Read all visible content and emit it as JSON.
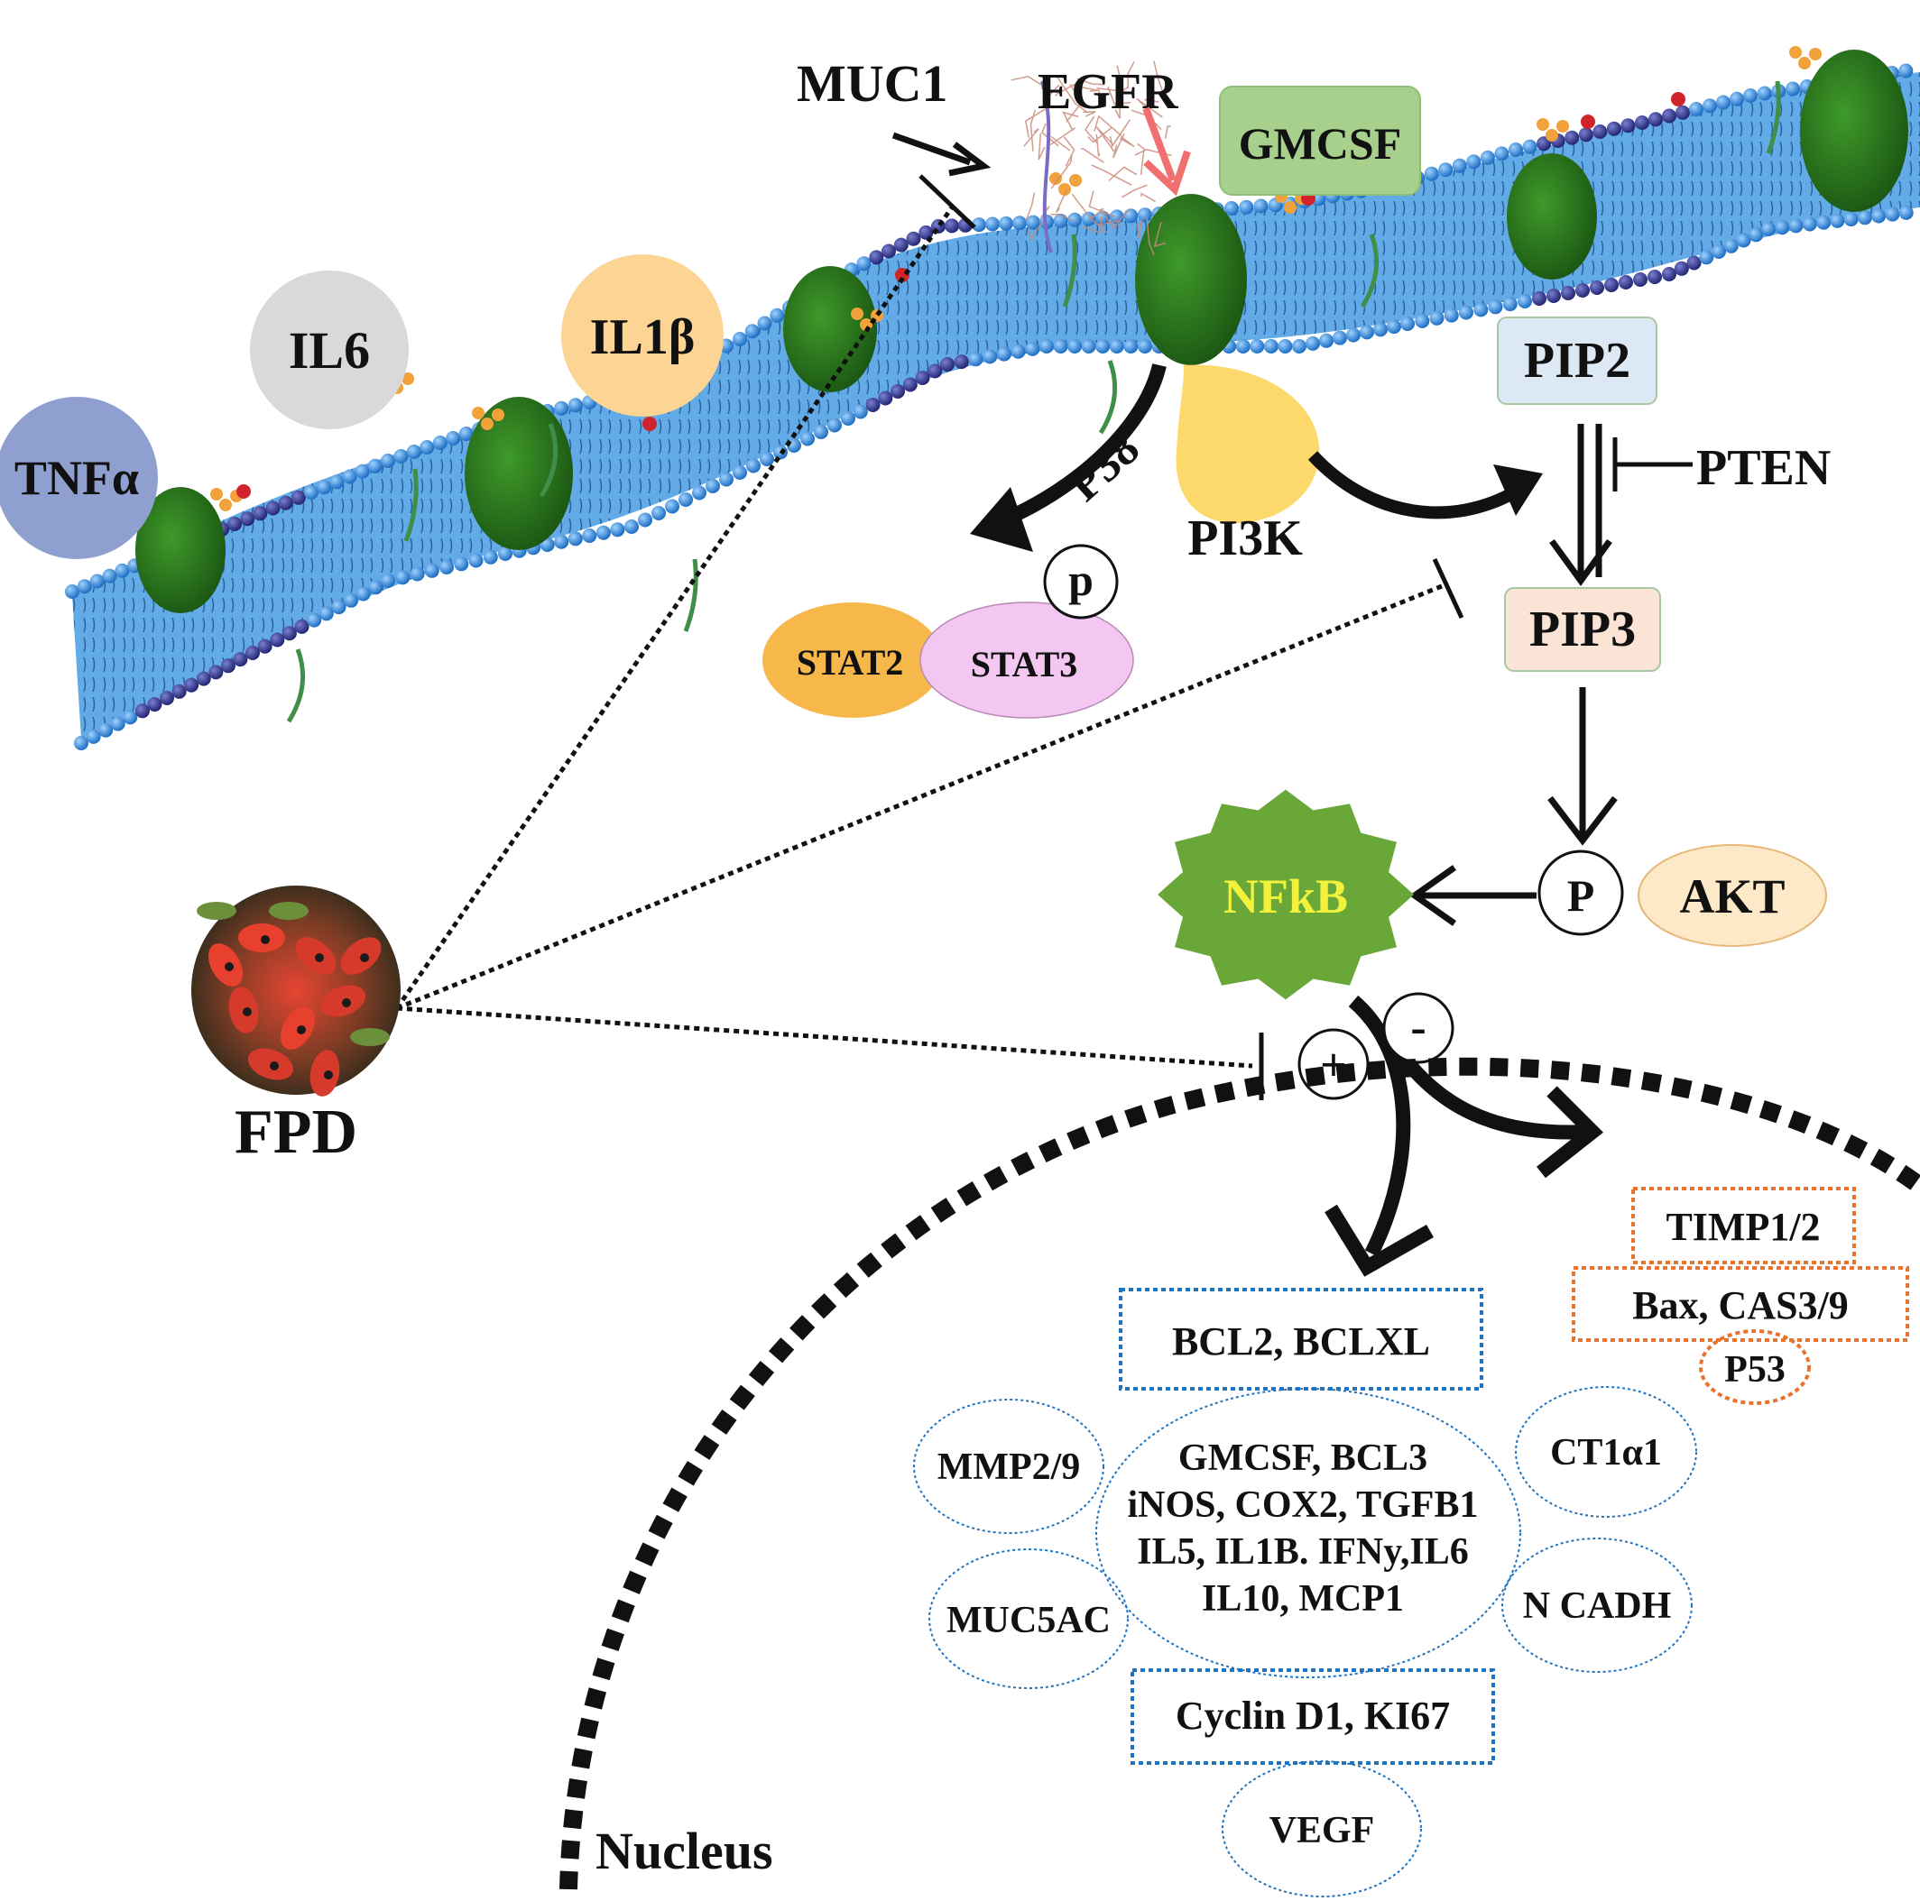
{
  "labels": {
    "muc1": "MUC1",
    "egfr": "EGFR",
    "gmcsf": "GMCSF",
    "il6": "IL6",
    "il1b": "IL1β",
    "tnfa": "TNFα",
    "pip2": "PIP2",
    "pten": "PTEN",
    "p38": "P38",
    "pi3k": "PI3K",
    "p_small": "p",
    "stat2": "STAT2",
    "stat3": "STAT3",
    "pip3": "PIP3",
    "nfkb": "NFkB",
    "p_big": "P",
    "akt": "AKT",
    "fpd": "FPD",
    "plus": "+",
    "minus": "-",
    "nucleus": "Nucleus",
    "timp": "TIMP1/2",
    "bax": "Bax, CAS3/9",
    "p53": "P53",
    "bcl2": "BCL2, BCLXL",
    "mmp": "MMP2/9",
    "ct1a1": "CT1α1",
    "center_line1": "GMCSF, BCL3",
    "center_line2": "iNOS, COX2, TGFB1",
    "center_line3": "IL5, IL1B. IFNy,IL6",
    "center_line4": "IL10, MCP1",
    "muc5ac": "MUC5AC",
    "ncadh": "N CADH",
    "cyclin": "Cyclin D1, KI67",
    "vegf": "VEGF"
  },
  "colors": {
    "tnfa": "#8e9fd0",
    "il6": "#d9d9d9",
    "il1b": "#fcd493",
    "gmcsf": "#a8d08d",
    "pip2": "#dce9f5",
    "pip3": "#fbe3d6",
    "akt": "#fde9c7",
    "stat2": "#f6b84a",
    "stat3": "#f4c7f2",
    "pi3k": "#fdd96b",
    "nfkb": "#6aa739",
    "nfkb_text": "#f2f23c",
    "membrane": "#3a8fd8",
    "protein": "#2e7d1f",
    "inhibit_blue": "#1f73c0",
    "activate_orange": "#e6732e",
    "egfr_arrow": "#f07070"
  }
}
